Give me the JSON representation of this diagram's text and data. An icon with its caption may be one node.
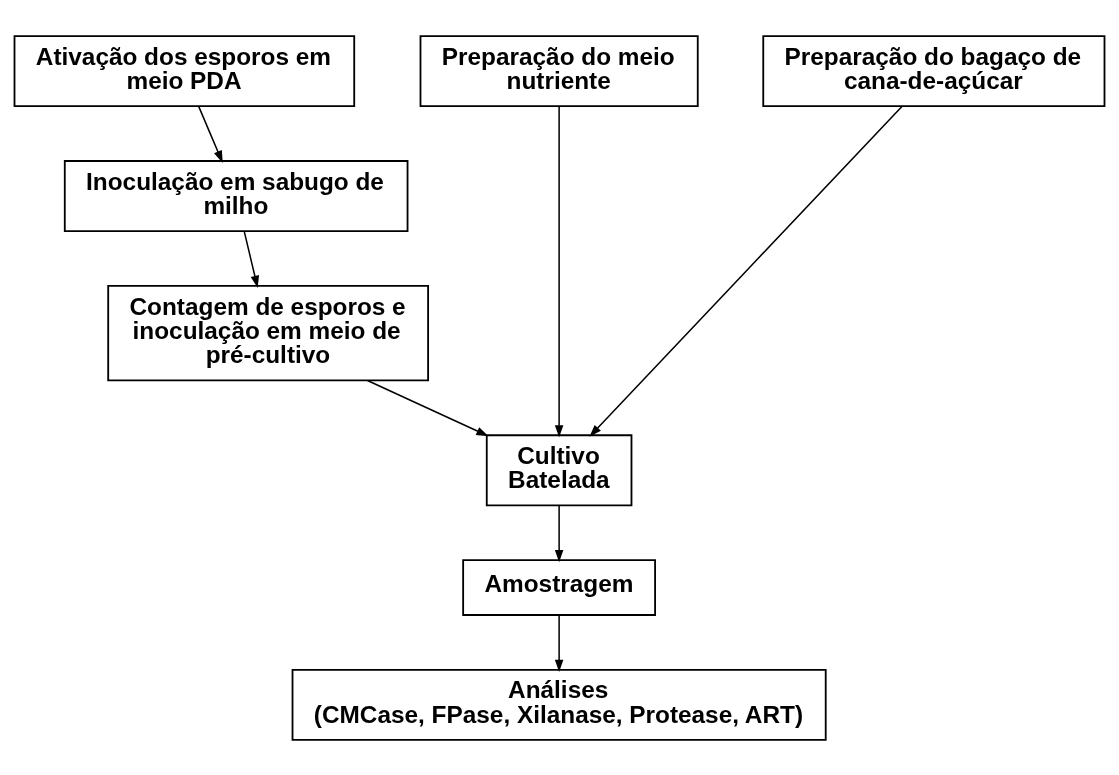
{
  "diagram": {
    "nodes": [
      {
        "text": [
          "Ativação dos esporos em meio PDA"
        ]
      },
      {
        "text": [
          "Preparação do meio nutriente"
        ]
      },
      {
        "text": [
          "Preparação do bagaço de cana-de-açúcar"
        ]
      },
      {
        "text": [
          "Inoculação em sabugo de milho"
        ]
      },
      {
        "text": [
          "Contagem de esporos e inoculação em meio de pré-cultivo"
        ]
      },
      {
        "text": [
          "Cultivo Batelada"
        ]
      },
      {
        "text": [
          "Amostragem"
        ]
      },
      {
        "text": [
          "Análises",
          "(CMCase, FPase, Xilanase, Protease, ART)"
        ]
      }
    ],
    "edges": [
      {
        "from": 0,
        "to": 3,
        "arrow": "to"
      },
      {
        "from": 3,
        "to": 4,
        "arrow": "to"
      },
      {
        "from": 4,
        "to": 5,
        "arrow": "to"
      },
      {
        "from": 1,
        "to": 5,
        "arrow": "to"
      },
      {
        "from": 2,
        "to": 5,
        "arrow": "to"
      },
      {
        "from": 5,
        "to": 6,
        "arrow": "to"
      },
      {
        "from": 6,
        "to": 7,
        "arrow": "to"
      }
    ]
  }
}
